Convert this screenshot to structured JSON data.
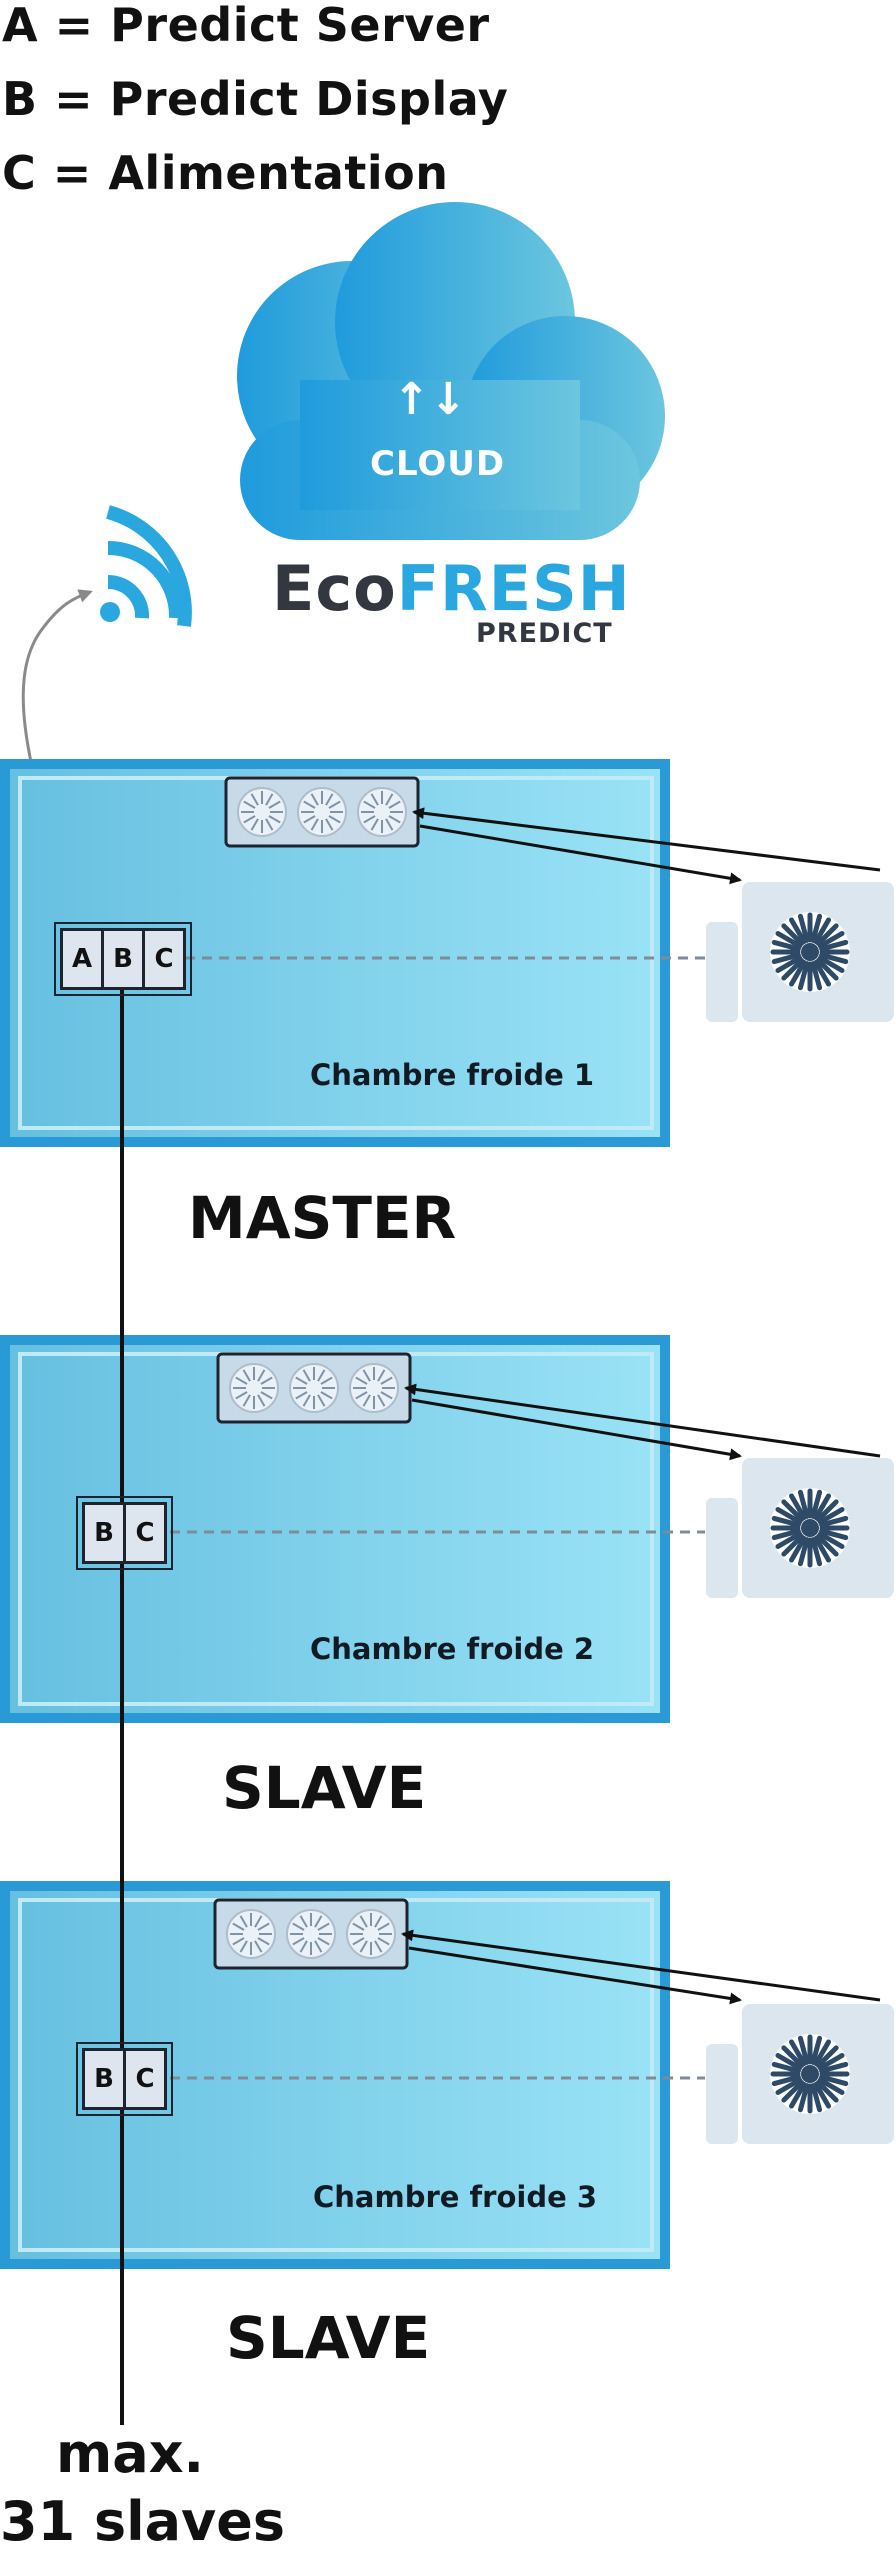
{
  "legend": {
    "a": "A = Predict Server",
    "b": "B = Predict Display",
    "c": "C = Alimentation"
  },
  "cloud": {
    "label": "CLOUD",
    "arrows": "↑↓"
  },
  "brand": {
    "eco": "Eco",
    "fresh": "FRESH",
    "sub": "PREDICT"
  },
  "rooms": [
    {
      "name": "Chambre froide 1",
      "role": "MASTER",
      "modules": [
        "A",
        "B",
        "C"
      ]
    },
    {
      "name": "Chambre froide 2",
      "role": "SLAVE",
      "modules": [
        "B",
        "C"
      ]
    },
    {
      "name": "Chambre froide 3",
      "role": "SLAVE",
      "modules": [
        "B",
        "C"
      ]
    }
  ],
  "footer": {
    "line1": "max.",
    "line2": "31 slaves"
  },
  "colors": {
    "room_fill": "#8fd3ea",
    "room_border": "#2a9ad6",
    "cloud": "#2aa7df",
    "accent": "#2aa7df",
    "unit_fill": "#dbe6ef",
    "dark": "#1d2430"
  }
}
